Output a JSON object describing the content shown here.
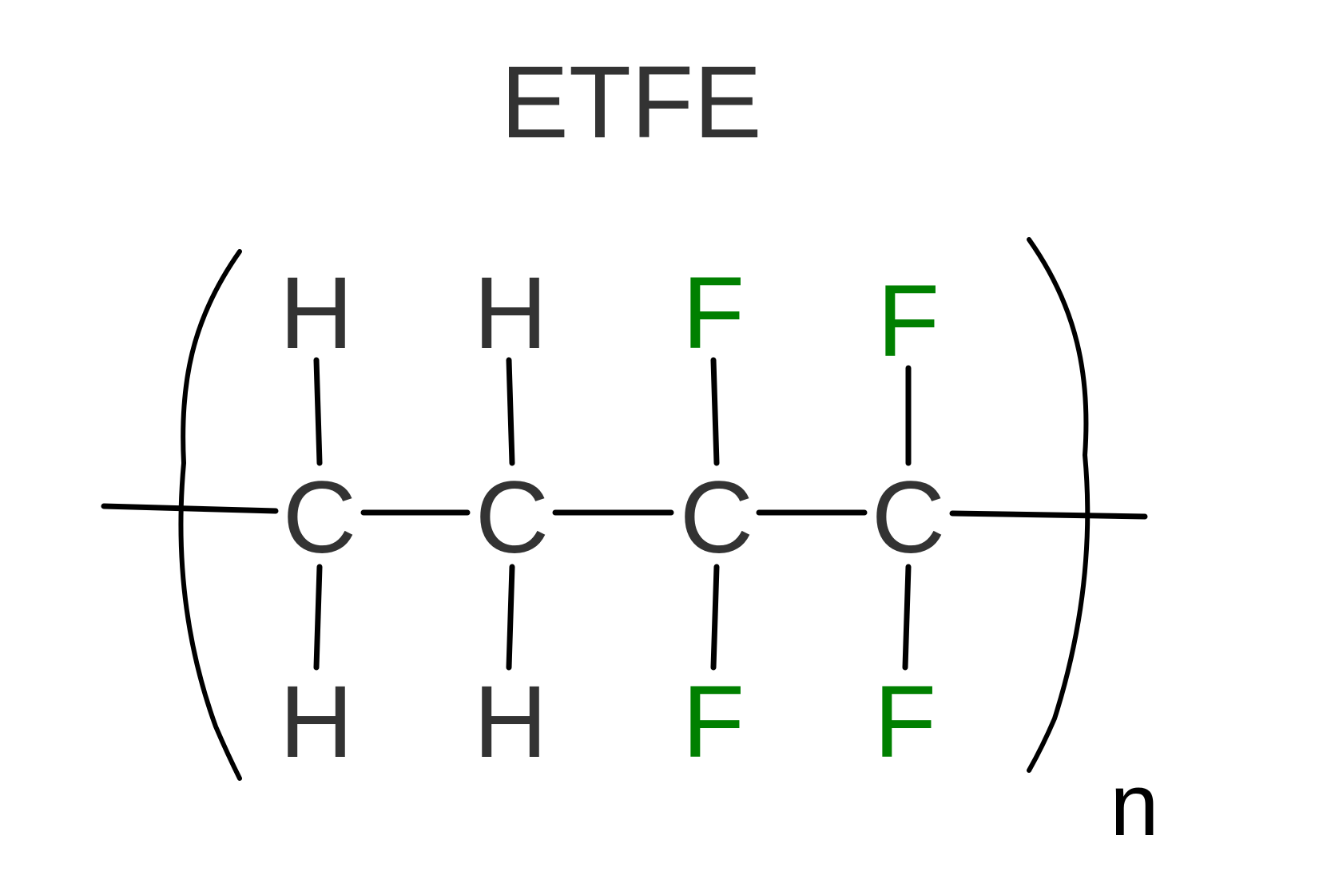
{
  "title": "ETFE",
  "colors": {
    "carbon_hydrogen": "#333333",
    "fluorine": "#008000",
    "bonds": "#000000"
  },
  "structure": {
    "carbons": [
      "C",
      "C",
      "C",
      "C"
    ],
    "top_substituents": [
      "H",
      "H",
      "F",
      "F"
    ],
    "bottom_substituents": [
      "H",
      "H",
      "F",
      "F"
    ],
    "repeat_subscript": "n"
  }
}
